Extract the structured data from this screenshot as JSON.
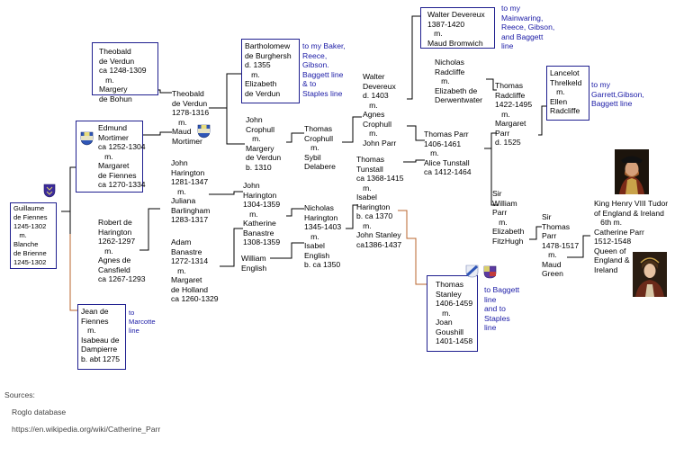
{
  "colors": {
    "box_border": "#1f1f8f",
    "line": "#000000",
    "line_brown": "#b8642c",
    "link": "#1a1aa6"
  },
  "people": {
    "guillaume": "Guillaume\nde Fiennes\n1245-1302\n   m.\nBlanche\nde Brienne\n1245-1302",
    "theobald_sr": "Theobald\nde Verdun\nca 1248-1309\n   m.\nMargery\nde Bohun",
    "edmund": "Edmund\nMortimer\nca 1252-1304\n   m.\nMargaret\nde Fiennes\nca 1270-1334",
    "jean": "Jean de\nFiennes\n   m.\nIsabeau de\nDampierre\nb. abt 1275",
    "robert": "Robert de\nHarington\n1262-1297\n   m.\nAgnes de\nCansfield\nca 1267-1293",
    "john_harington_1281": "John\nHarington\n1281-1347\n   m.\nJuliana\nBarlingham\n1283-1317",
    "adam": "Adam\nBanastre\n1272-1314\n   m.\nMargaret\nde Holland\nca 1260-1329",
    "theobald_jr": "Theobald\nde Verdun\n1278-1316\n   m.\nMaud\nMortimer",
    "bartholomew": "Bartholomew\nde Burghersh\nd. 1355\n   m.\nElizabeth\nde Verdun",
    "john_crophull": "John\nCrophull\n   m.\nMargery\nde Verdun\nb. 1310",
    "john_harington_1304": "John\nHarington\n1304-1359\n   m.\nKatherine\nBanastre\n1308-1359",
    "william_english": "William\nEnglish",
    "thomas_crophull": "Thomas\nCrophull\n   m.\nSybil\nDelabere",
    "nicholas_harington": "Nicholas\nHarington\n1345-1403\n   m.\nIsabel\nEnglish\nb. ca 1350",
    "walter_devereux_1387": "Walter Devereux\n1387-1420\n   m.\nMaud Bromwich",
    "walter_devereux_1403": "Walter\nDevereux\nd. 1403\n   m.\nAgnes\nCrophull\n   m.\nJohn Parr",
    "nicholas_radcliffe": "Nicholas\nRadcliffe\n   m.\nElizabeth de\nDerwentwater",
    "thomas_tunstall": "Thomas\nTunstall\nca 1368-1415\n   m.\nIsabel\nHarington\nb. ca 1370\n   m.\nJohn Stanley\nca1386-1437",
    "thomas_parr": "Thomas Parr\n1406-1461\n   m.\nAlice Tunstall\nca 1412-1464",
    "thomas_radcliffe": "Thomas\nRadcliffe\n1422-1495\n   m.\nMargaret\nParr\nd. 1525",
    "lancelot": "Lancelot\nThrelkeld\n   m.\nEllen\nRadcliffe",
    "thomas_stanley": "Thomas\nStanley\n1406-1459\n   m.\nJoan\nGoushill\n1401-1458",
    "william_parr": "Sir\nWilliam\nParr\n   m.\nElizabeth\nFitzHugh",
    "thomas_parr_1478": "Sir\nThomas\nParr\n1478-1517\n   m.\nMaud\nGreen",
    "henry_catherine": "King Henry VIII Tudor\nof England & Ireland\n   6th m.\nCatherine Parr\n1512-1548\nQueen of\nEngland &\nIreland"
  },
  "links": {
    "to_marcotte": "to\nMarcotte\nline",
    "to_my_baker": "to my Baker,\nReece,\nGibson.\nBaggett line\n& to\nStaples line",
    "to_my_mainwaring": "to my\nMainwaring,\nReece, Gibson,\nand Baggett\nline",
    "to_my_garrett": "to my\nGarrett,Gibson,\nBaggett line",
    "to_baggett": "to Baggett\nline\nand to\nStaples\nline"
  },
  "sources": {
    "heading": "Sources:",
    "items": [
      "Roglo database",
      "https://en.wikipedia.org/wiki/Catherine_Parr"
    ]
  }
}
